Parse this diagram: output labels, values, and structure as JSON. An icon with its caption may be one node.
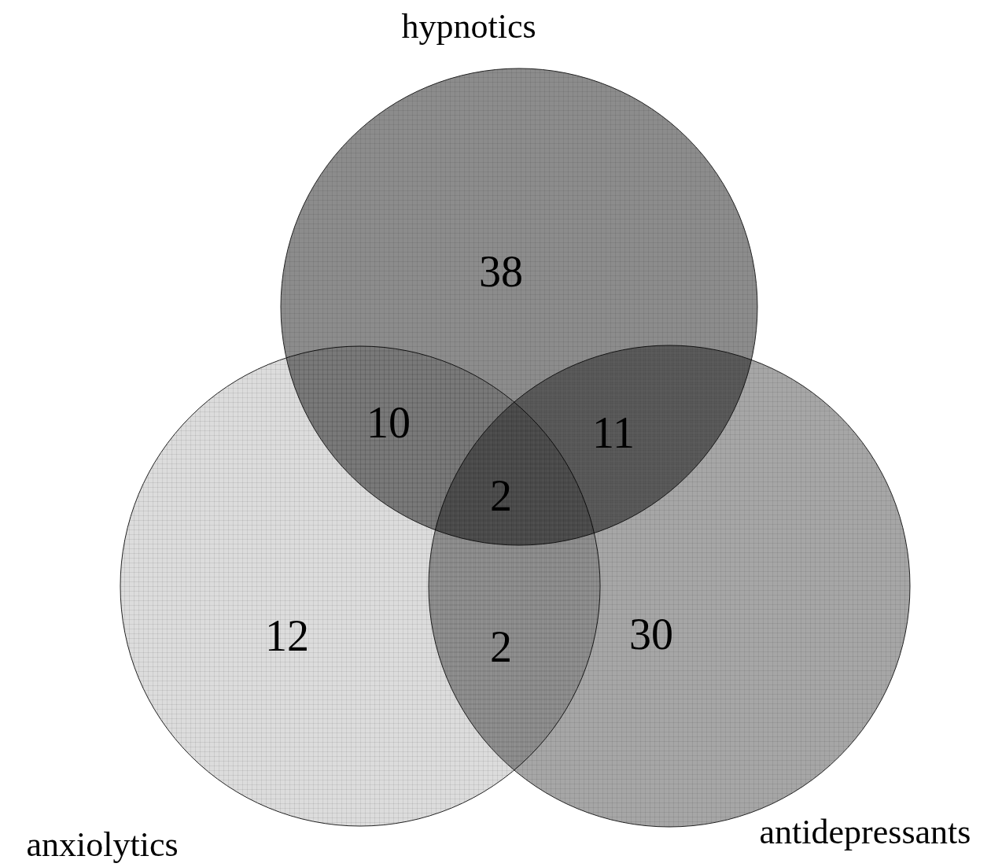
{
  "diagram": {
    "nodes": [
      {
        "text": [
          "hypnotics"
        ]
      },
      {
        "text": [
          "anxiolytics"
        ]
      },
      {
        "text": [
          "antidepressants"
        ]
      }
    ],
    "labels": [
      "38",
      "10",
      "11",
      "2",
      "12",
      "2",
      "30"
    ]
  }
}
